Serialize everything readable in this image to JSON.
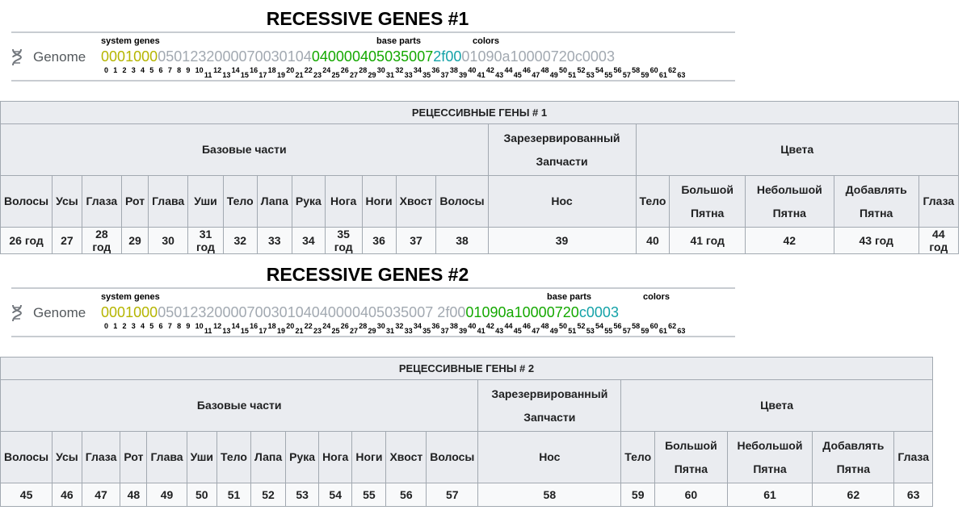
{
  "sections": [
    {
      "title": "RECESSIVE GENES #1",
      "genome_label": "Genome",
      "labels": {
        "system": "system genes",
        "base": "base parts",
        "colors": "colors"
      },
      "segments": [
        {
          "text": "0001000",
          "color": "yellow"
        },
        {
          "text": "0501232000070030104",
          "color": "gray"
        },
        {
          "text": "040000405035007",
          "color": "green"
        },
        {
          "text": "2f00",
          "color": "teal"
        },
        {
          "text": "01090a10000720c0003",
          "color": "gray"
        }
      ],
      "indices": [
        "0",
        "1",
        "2",
        "3",
        "4",
        "5",
        "6",
        "7",
        "8",
        "9",
        "10",
        "11",
        "12",
        "13",
        "14",
        "15",
        "16",
        "17",
        "18",
        "19",
        "20",
        "21",
        "22",
        "23",
        "24",
        "25",
        "26",
        "27",
        "28",
        "29",
        "30",
        "31",
        "32",
        "33",
        "34",
        "35",
        "36",
        "37",
        "38",
        "39",
        "40",
        "41",
        "42",
        "43",
        "44",
        "45",
        "46",
        "47",
        "48",
        "49",
        "50",
        "51",
        "52",
        "53",
        "54",
        "55",
        "56",
        "57",
        "58",
        "59",
        "60",
        "61",
        "62",
        "63"
      ],
      "table": {
        "caption": "РЕЦЕССИВНЫЕ ГЕНЫ # 1",
        "groups": {
          "base": "Базовые части",
          "reserved": "Зарезервированный Запчасти",
          "colors": "Цвета"
        },
        "names": [
          "Волосы",
          "Усы",
          "Глаза",
          "Рот",
          "Глава",
          "Уши",
          "Тело",
          "Лапа",
          "Рука",
          "Нога",
          "Ноги",
          "Хвост",
          "Волосы",
          "Нос",
          "Тело",
          "Большой Пятна",
          "Небольшой Пятна",
          "Добавлять Пятна",
          "Глаза"
        ],
        "values": [
          "26 год",
          "27",
          "28 год",
          "29",
          "30",
          "31 год",
          "32",
          "33",
          "34",
          "35 год",
          "36",
          "37",
          "38",
          "39",
          "40",
          "41 год",
          "42",
          "43 год",
          "44 год"
        ]
      }
    },
    {
      "title": "RECESSIVE GENES #2",
      "genome_label": "Genome",
      "labels": {
        "system": "system genes",
        "base": "base parts",
        "colors": "colors"
      },
      "segments": [
        {
          "text": "0001000",
          "color": "yellow"
        },
        {
          "text": "0501232000070030104040000405035007 2f00",
          "color": "gray"
        },
        {
          "text": "01090a10000720",
          "color": "green"
        },
        {
          "text": "c0003",
          "color": "teal"
        }
      ],
      "indices": [
        "0",
        "1",
        "2",
        "3",
        "4",
        "5",
        "6",
        "7",
        "8",
        "9",
        "10",
        "11",
        "12",
        "13",
        "14",
        "15",
        "16",
        "17",
        "18",
        "19",
        "20",
        "21",
        "22",
        "23",
        "24",
        "25",
        "26",
        "27",
        "28",
        "29",
        "30",
        "31",
        "32",
        "33",
        "34",
        "35",
        "36",
        "37",
        "38",
        "39",
        "40",
        "41",
        "42",
        "43",
        "44",
        "45",
        "46",
        "47",
        "48",
        "49",
        "50",
        "51",
        "52",
        "53",
        "54",
        "55",
        "56",
        "57",
        "58",
        "59",
        "60",
        "61",
        "62",
        "63"
      ],
      "table": {
        "caption": "РЕЦЕССИВНЫЕ ГЕНЫ # 2",
        "groups": {
          "base": "Базовые части",
          "reserved": "Зарезервированный Запчасти",
          "colors": "Цвета"
        },
        "names": [
          "Волосы",
          "Усы",
          "Глаза",
          "Рот",
          "Глава",
          "Уши",
          "Тело",
          "Лапа",
          "Рука",
          "Нога",
          "Ноги",
          "Хвост",
          "Волосы",
          "Нос",
          "Тело",
          "Большой Пятна",
          "Небольшой Пятна",
          "Добавлять Пятна",
          "Глаза"
        ],
        "values": [
          "45",
          "46",
          "47",
          "48",
          "49",
          "50",
          "51",
          "52",
          "53",
          "54",
          "55",
          "56",
          "57",
          "58",
          "59",
          "60",
          "61",
          "62",
          "63"
        ]
      }
    }
  ]
}
